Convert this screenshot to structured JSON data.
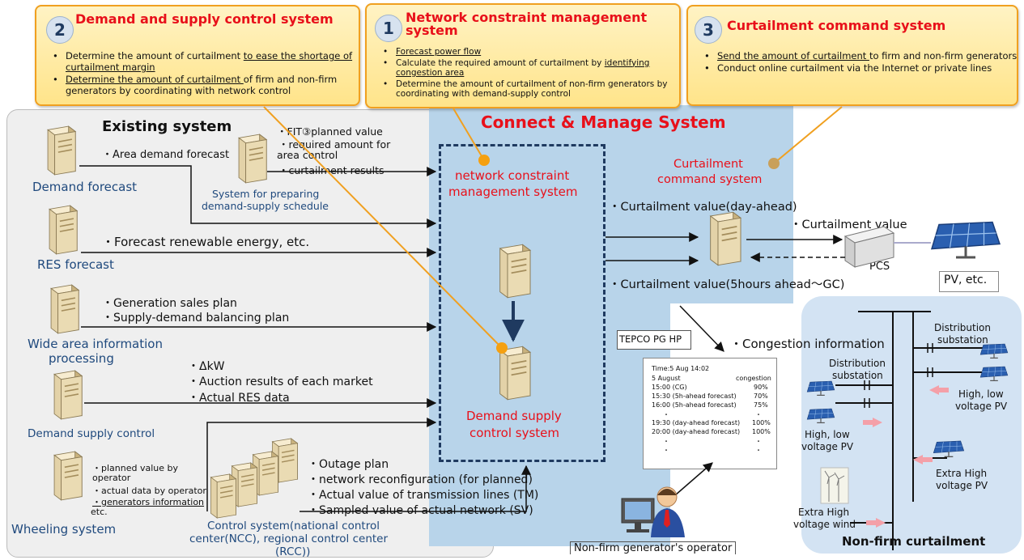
{
  "callouts": {
    "c2": {
      "number": "2",
      "title": "Demand and supply control system",
      "b1_pre": "Determine the amount of curtailment ",
      "b1_u": "to ease the shortage of curtailment margin",
      "b2_u": "Determine the amount of curtailment ",
      "b2_post": "of firm and non-firm generators by coordinating with network control"
    },
    "c1": {
      "number": "1",
      "title": "Network constraint management system",
      "b1_u": "Forecast power flow",
      "b2_pre": "Calculate the required amount of curtailment by ",
      "b2_u": "identifying congestion area",
      "b3": "Determine the amount of curtailment of non-firm generators by coordinating with demand-supply control"
    },
    "c3": {
      "number": "3",
      "title": "Curtailment command system",
      "b1_u": "Send the amount of curtailment ",
      "b1_post": "to firm and non-firm generators",
      "b2": "Conduct online curtailment via the Internet or private lines"
    }
  },
  "existing": {
    "title": "Existing system",
    "demand_forecast": "Demand forecast",
    "area_demand": "・Area demand forecast",
    "fit_lines": [
      "・FIT③planned value",
      "・required amount for",
      "area control",
      "・curtailment results"
    ],
    "schedule_system": [
      "System for preparing",
      "demand-supply schedule"
    ],
    "res_forecast": "RES forecast",
    "forecast_renewable": "・Forecast renewable energy, etc.",
    "wide_area": [
      "Wide area information",
      "processing"
    ],
    "gen_sales": "・Generation sales plan",
    "balancing_plan": "・Supply-demand balancing plan",
    "demand_supply_control": "Demand supply control",
    "dkw": "・ΔkW",
    "auction": "・Auction results of each market",
    "actual_res": "・Actual RES data",
    "wheeling": "Wheeling system",
    "wheeling_notes": [
      "・planned value by",
      "operator",
      "・actual data by operator",
      "・generators information",
      "etc."
    ],
    "control_system": [
      "Control system(national control",
      "center(NCC), regional control center",
      "(RCC))"
    ],
    "outage_lines": [
      "・Outage plan",
      "・network reconfiguration (for planned)",
      "・Actual value of transmission lines (TM)",
      "・Sampled value of actual network (SV)"
    ]
  },
  "cms": {
    "title": "Connect & Manage System",
    "ncms": [
      "network constraint",
      "management system"
    ],
    "dscs": [
      "Demand supply",
      "control system"
    ],
    "ccs": [
      "Curtailment",
      "command system"
    ],
    "curt_day_ahead": "・Curtailment value(day-ahead)",
    "curt_5h": "・Curtailment value(5hours ahead～GC)",
    "curt_value": "・Curtailment value",
    "pcs": "PCS",
    "pv_etc": "PV, etc."
  },
  "hp": {
    "tepco": "TEPCO PG HP",
    "congestion_info": "・Congestion information",
    "time": "Time:5 Aug 14:02",
    "date": "5 August",
    "col": "congestion",
    "rows": [
      [
        "15:00 (CG)",
        "90%"
      ],
      [
        "15:30 (5h-ahead forecast)",
        "70%"
      ],
      [
        "16:00 (5h-ahead forecast)",
        "75%"
      ],
      [
        "19:30 (day-ahead forecast)",
        "100%"
      ],
      [
        "20:00 (day-ahead forecast)",
        "100%"
      ]
    ],
    "dot": "・",
    "operator": "Non-firm generator's operator"
  },
  "nonfirm": {
    "dist1": [
      "Distribution",
      "substation"
    ],
    "dist2": [
      "Distribution",
      "substation"
    ],
    "hl1": [
      "High, low",
      "voltage PV"
    ],
    "hl2": [
      "High, low",
      "voltage PV"
    ],
    "ehv_pv": [
      "Extra High",
      "voltage PV"
    ],
    "ehv_wind": [
      "Extra High",
      "voltage wind"
    ],
    "title": "Non-firm curtailment"
  },
  "colors": {
    "accent_red": "#e8101a",
    "cms_blue": "#b8d4ea",
    "callout_border": "#f0a020",
    "arrow_orange": "#f0a020"
  }
}
